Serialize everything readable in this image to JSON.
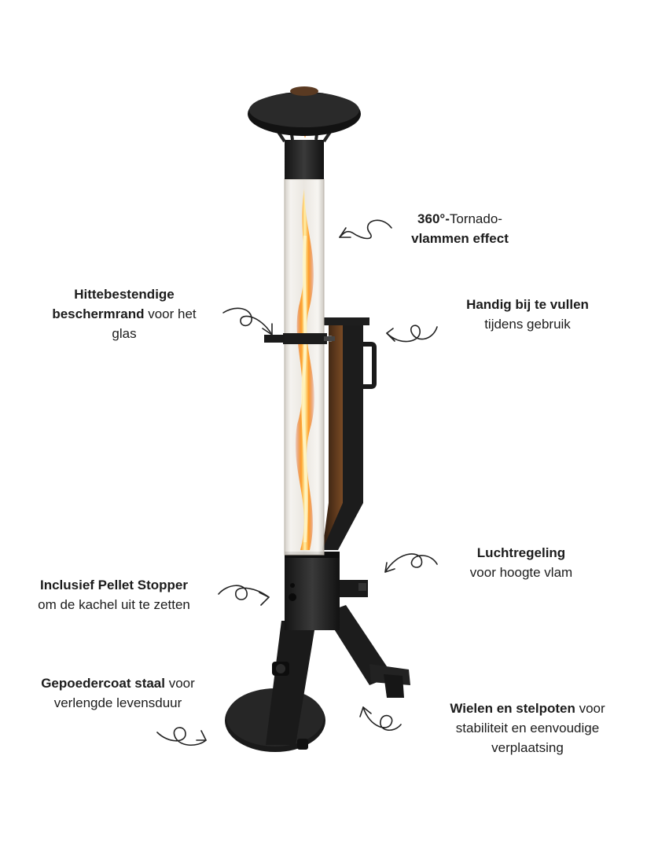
{
  "product": {
    "name": "Pellet patio heater",
    "colors": {
      "steel": "#1f1f1f",
      "steel_highlight": "#3a3a3a",
      "rust_panel": "#7a4a24",
      "glass": "#e9e6e0",
      "flame_core": "#fff2a8",
      "flame_mid": "#ff9a1f",
      "flame_outer": "#d9480f"
    }
  },
  "callouts": [
    {
      "id": "tornado",
      "bold": "360°-",
      "normal": "Tornado-",
      "line2_bold": "vlammen effect",
      "line2": "",
      "line3": ""
    },
    {
      "id": "rim",
      "bold": "Hittebestendige",
      "line2_bold": "beschermrand",
      "line2": " voor het",
      "line3": "glas"
    },
    {
      "id": "refill",
      "bold": "Handig bij te vullen",
      "line2": "tijdens gebruik"
    },
    {
      "id": "air",
      "bold": "Luchtregeling",
      "line2": "voor hoogte vlam"
    },
    {
      "id": "stopper",
      "bold": "Inclusief Pellet Stopper",
      "line2": "om de kachel uit te zetten"
    },
    {
      "id": "steel",
      "bold": "Gepoedercoat staal",
      "normal": " voor",
      "line2": "verlengde levensduur"
    },
    {
      "id": "wheels",
      "bold": "Wielen en stelpoten",
      "normal": " voor",
      "line2": "stabiliteit en eenvoudige",
      "line3": "verplaatsing"
    }
  ]
}
